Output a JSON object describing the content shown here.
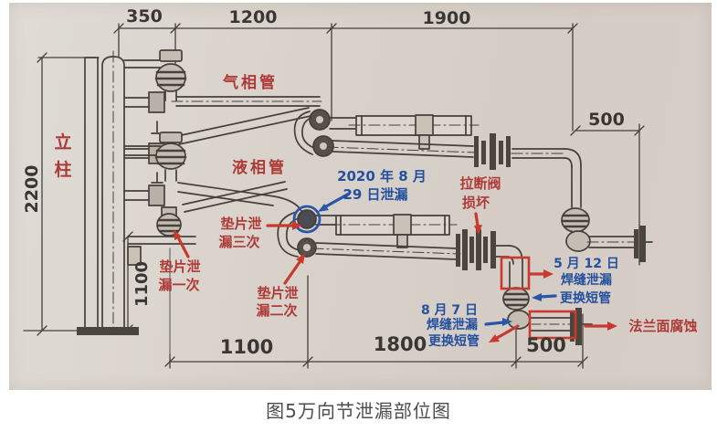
{
  "caption": "图5万向节泄漏部位图",
  "dims": {
    "top_350": "350",
    "top_1200": "1200",
    "top_1900": "1900",
    "right_500": "500",
    "left_2200": "2200",
    "left_1100": "1100",
    "bottom_1100": "1100",
    "bottom_1800": "1800",
    "bottom_500": "500"
  },
  "labels": {
    "column_char1": "立",
    "column_char2": "柱",
    "gas_pipe": "气相管",
    "liquid_pipe": "液相管"
  },
  "annotations": {
    "leak2020": {
      "line1": "2020 年 8 月",
      "line2": "29 日泄漏"
    },
    "gasket_three": {
      "line1": "垫片泄",
      "line2": "漏三次"
    },
    "gasket_one": {
      "line1": "垫片泄",
      "line2": "漏一次"
    },
    "gasket_two": {
      "line1": "垫片泄",
      "line2": "漏二次"
    },
    "breakaway_valve": {
      "line1": "拉断阀",
      "line2": "损坏"
    },
    "may12": {
      "line1": "5 月 12 日",
      "line2": "焊缝泄漏",
      "line3": "更换短管"
    },
    "aug7": {
      "line1": "8 月 7 日",
      "line2": "焊缝泄漏",
      "line3": "更换短管"
    },
    "flange_corrosion": "法兰面腐蚀"
  },
  "colors": {
    "dim_text": "#3a3733",
    "line": "#45403a",
    "red_label": "#ae3a38",
    "blue_label": "#24509e",
    "highlight_red": "#c83a30",
    "highlight_blue": "#2b55a8"
  }
}
